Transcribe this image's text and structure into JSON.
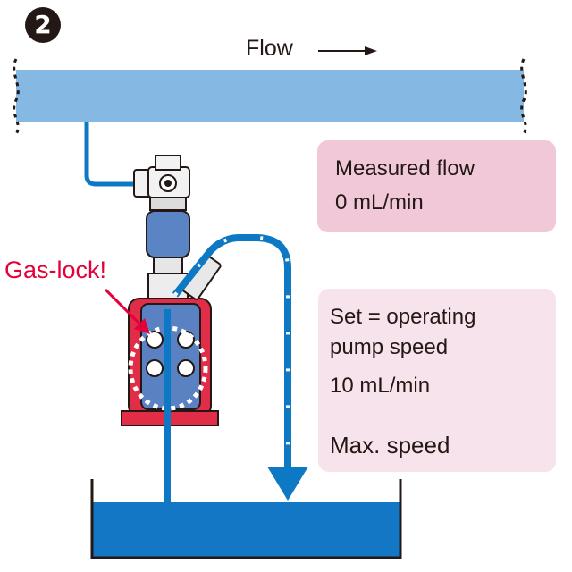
{
  "step_badge": "2",
  "flow_label": "Flow",
  "measured_box": {
    "title": "Measured flow",
    "value": "0 mL/min"
  },
  "set_box": {
    "line1": "Set = operating",
    "line2": "pump speed",
    "value": "10 mL/min",
    "result": "Max. speed"
  },
  "warning_label": "Gas-lock!",
  "colors": {
    "pipe_fill": "#85b9e3",
    "tube_blue": "#0d78c4",
    "tank_water": "#1477c6",
    "pump_red": "#e12d47",
    "warning_red": "#e60039",
    "measured_box_bg": "#f0c8d8",
    "set_box_bg": "#f7e3ec",
    "text_dark": "#231815"
  },
  "icons": {
    "flow_arrow": "right-arrow-icon",
    "step_marker": "numbered-circle-icon",
    "result_arrow": "down-arrow-icon"
  }
}
